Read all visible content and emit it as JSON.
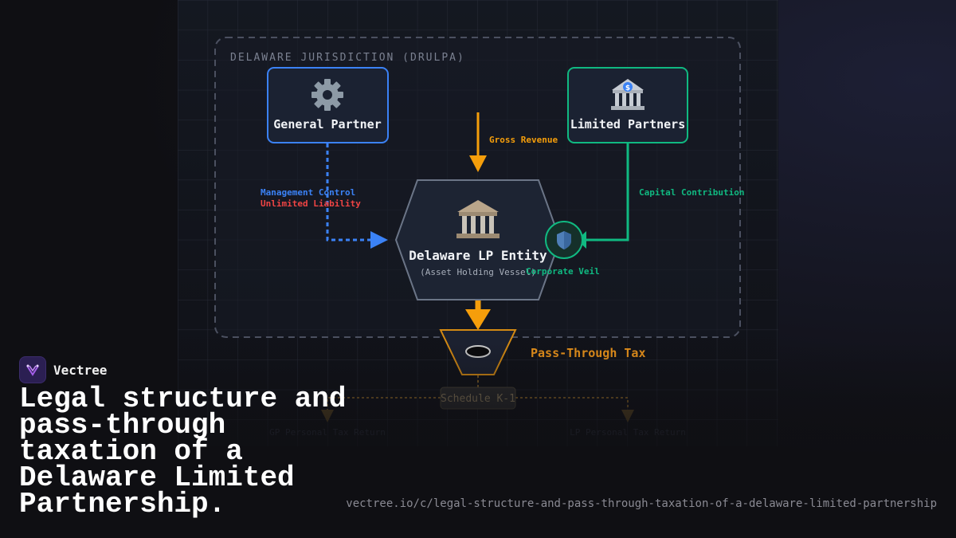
{
  "diagram": {
    "jurisdiction_label": "DELAWARE JURISDICTION (DRULPA)",
    "general_partner": {
      "label": "General Partner",
      "icon": "gear-icon"
    },
    "limited_partners": {
      "label": "Limited Partners",
      "icon": "bank-icon"
    },
    "entity": {
      "label": "Delaware LP Entity",
      "sublabel": "(Asset Holding Vessel)",
      "icon": "classical-building-icon"
    },
    "gross_revenue": "Gross Revenue",
    "management_control": "Management Control",
    "unlimited_liability": "Unlimited Liability",
    "capital_contribution": "Capital Contribution",
    "corporate_veil": "Corporate Veil",
    "pass_through_tax": "Pass-Through Tax",
    "schedule_k1": "Schedule K-1",
    "gp_tax_return": "GP Personal Tax Return",
    "lp_tax_return": "LP Personal Tax Return",
    "colors": {
      "gp_blue": "#3b82f6",
      "lp_green": "#10b981",
      "revenue_orange": "#f59e0b",
      "liability_red": "#ef4444"
    }
  },
  "brand": {
    "name": "Vectree"
  },
  "headline": "Legal structure and pass-through taxation of a Delaware Limited Partnership.",
  "url": "vectree.io/c/legal-structure-and-pass-through-taxation-of-a-delaware-limited-partnership"
}
